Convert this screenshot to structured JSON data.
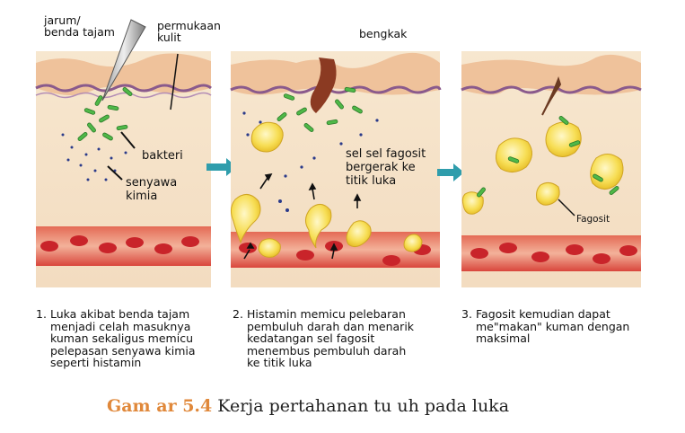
{
  "figure": {
    "labels": {
      "needle": "jarum/\nbenda tajam",
      "skin_surface": "permukaan\nkulit",
      "swelling": "bengkak",
      "bacteria": "bakteri",
      "chemical": "senyawa\nkimia",
      "phagocyte_move": "sel sel fagosit\nbergerak ke\ntitik luka",
      "phagocyte": "Fagosit"
    },
    "steps": [
      {
        "number": "1.",
        "text": "Luka akibat benda tajam\nmenjadi celah masuknya\nkuman sekaligus memicu\npelepasan senyawa kimia\nseperti histamin"
      },
      {
        "number": "2.",
        "text": "Histamin memicu pelebaran\npembuluh darah dan menarik\nkedatangan sel fagosit\nmenembus pembuluh darah\nke titik luka"
      },
      {
        "number": "3.",
        "text": "Fagosit kemudian dapat\nme\"makan\" kuman dengan\nmaksimal"
      }
    ],
    "caption": {
      "number": "Gam  ar 5.4",
      "title": "Kerja pertahanan tu  uh pada luka"
    }
  },
  "colors": {
    "skin": "#f2c9a2",
    "skin_top": "#e5b28c",
    "membrane": "#8a5a8c",
    "tissue": "#f6e4c9",
    "vessel": "#d8443c",
    "blood_cell": "#c9242a",
    "bacteria": "#4fb848",
    "phagocyte": "#f4d64a",
    "arrow": "#2f9dac",
    "wound": "#8b3a22",
    "caption_accent": "#e0883a"
  }
}
